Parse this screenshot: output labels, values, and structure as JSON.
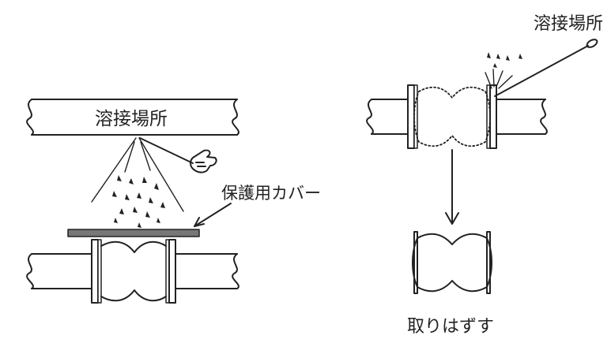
{
  "left_panel": {
    "pipe_label": "溶接場所",
    "cover_label": "保護用カバー"
  },
  "right_panel": {
    "weld_label": "溶接場所",
    "remove_label": "取りはずす"
  },
  "colors": {
    "stroke": "#222222",
    "cover_fill": "#777777",
    "background": "#ffffff"
  }
}
